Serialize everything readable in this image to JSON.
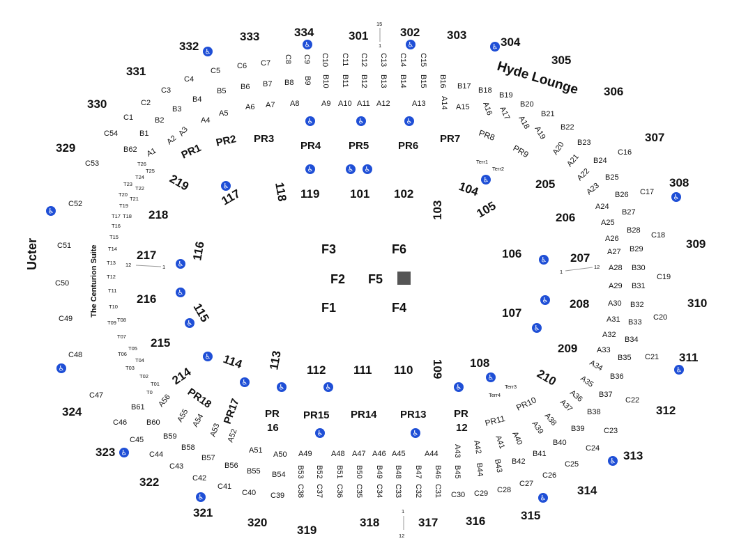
{
  "map": {
    "stage_color": "#555555",
    "accessible_color": "#1f4fd6",
    "ucter_label": "Ucter",
    "centurion_label": "The Centurion Suite",
    "hyde_label": "Hyde Lounge",
    "floor": {
      "f1": "F1",
      "f2": "F2",
      "f3": "F3",
      "f4": "F4",
      "f5": "F5",
      "f6": "F6"
    },
    "upper": {
      "s301": "301",
      "s302": "302",
      "s303": "303",
      "s304": "304",
      "s305": "305",
      "s306": "306",
      "s307": "307",
      "s308": "308",
      "s309": "309",
      "s310": "310",
      "s311": "311",
      "s312": "312",
      "s313": "313",
      "s314": "314",
      "s315": "315",
      "s316": "316",
      "s317": "317",
      "s318": "318",
      "s319": "319",
      "s320": "320",
      "s321": "321",
      "s322": "322",
      "s323": "323",
      "s324": "324",
      "s329": "329",
      "s330": "330",
      "s331": "331",
      "s332": "332",
      "s333": "333",
      "s334": "334"
    },
    "lower": {
      "s101": "101",
      "s102": "102",
      "s103": "103",
      "s104": "104",
      "s105": "105",
      "s106": "106",
      "s107": "107",
      "s108": "108",
      "s109": "109",
      "s110": "110",
      "s111": "111",
      "s112": "112",
      "s113": "113",
      "s114": "114",
      "s115": "115",
      "s116": "116",
      "s117": "117",
      "s118": "118",
      "s119": "119"
    },
    "mid": {
      "s205": "205",
      "s206": "206",
      "s207": "207",
      "s208": "208",
      "s209": "209",
      "s210": "210",
      "s214": "214",
      "s215": "215",
      "s216": "216",
      "s217": "217",
      "s218": "218",
      "s219": "219"
    },
    "boxes": {
      "pr1": "PR1",
      "pr2": "PR2",
      "pr3": "PR3",
      "pr4": "PR4",
      "pr5": "PR5",
      "pr6": "PR6",
      "pr7": "PR7",
      "pr8": "PR8",
      "pr9": "PR9",
      "pr10": "PR10",
      "pr11": "PR11",
      "pr12a": "PR",
      "pr12b": "12",
      "pr13": "PR13",
      "pr14": "PR14",
      "pr15": "PR15",
      "pr16a": "PR",
      "pr16b": "16",
      "pr17": "PR17",
      "pr18": "PR18",
      "terr1": "Terr1",
      "terr2": "Terr2",
      "terr3": "Terr3",
      "terr4": "Terr4"
    },
    "rows_c": {
      "c1": "C1",
      "c2": "C2",
      "c3": "C3",
      "c4": "C4",
      "c5": "C5",
      "c6": "C6",
      "c7": "C7",
      "c8": "C8",
      "c9": "C9",
      "c10": "C10",
      "c11": "C11",
      "c12": "C12",
      "c13": "C13",
      "c14": "C14",
      "c15": "C15",
      "c16": "C16",
      "c17": "C17",
      "c18": "C18",
      "c19": "C19",
      "c20": "C20",
      "c21": "C21",
      "c22": "C22",
      "c23": "C23",
      "c24": "C24",
      "c25": "C25",
      "c26": "C26",
      "c27": "C27",
      "c28": "C28",
      "c29": "C29",
      "c30": "C30",
      "c31": "C31",
      "c32": "C32",
      "c33": "C33",
      "c34": "C34",
      "c35": "C35",
      "c36": "C36",
      "c37": "C37",
      "c38": "C38",
      "c39": "C39",
      "c40": "C40",
      "c41": "C41",
      "c42": "C42",
      "c43": "C43",
      "c44": "C44",
      "c45": "C45",
      "c46": "C46",
      "c47": "C47",
      "c48": "C48",
      "c49": "C49",
      "c50": "C50",
      "c51": "C51",
      "c52": "C52",
      "c53": "C53",
      "c54": "C54"
    },
    "rows_b": {
      "b1": "B1",
      "b2": "B2",
      "b3": "B3",
      "b4": "B4",
      "b5": "B5",
      "b6": "B6",
      "b7": "B7",
      "b8": "B8",
      "b9": "B9",
      "b10": "B10",
      "b11": "B11",
      "b12": "B12",
      "b13": "B13",
      "b14": "B14",
      "b15": "B15",
      "b16": "B16",
      "b17": "B17",
      "b18": "B18",
      "b19": "B19",
      "b20": "B20",
      "b21": "B21",
      "b22": "B22",
      "b23": "B23",
      "b24": "B24",
      "b25": "B25",
      "b26": "B26",
      "b27": "B27",
      "b28": "B28",
      "b29": "B29",
      "b30": "B30",
      "b31": "B31",
      "b32": "B32",
      "b33": "B33",
      "b34": "B34",
      "b35": "B35",
      "b36": "B36",
      "b37": "B37",
      "b38": "B38",
      "b39": "B39",
      "b40": "B40",
      "b41": "B41",
      "b42": "B42",
      "b43": "B43",
      "b44": "B44",
      "b45": "B45",
      "b46": "B46",
      "b47": "B47",
      "b48": "B48",
      "b49": "B49",
      "b50": "B50",
      "b51": "B51",
      "b52": "B52",
      "b53": "B53",
      "b54": "B54",
      "b55": "B55",
      "b56": "B56",
      "b57": "B57",
      "b58": "B58",
      "b59": "B59",
      "b60": "B60",
      "b61": "B61",
      "b62": "B62"
    },
    "rows_a": {
      "a1": "A1",
      "a2": "A2",
      "a3": "A3",
      "a4": "A4",
      "a5": "A5",
      "a6": "A6",
      "a7": "A7",
      "a8": "A8",
      "a9": "A9",
      "a10": "A10",
      "a11": "A11",
      "a12": "A12",
      "a13": "A13",
      "a14": "A14",
      "a15": "A15",
      "a16": "A16",
      "a17": "A17",
      "a18": "A18",
      "a19": "A19",
      "a20": "A20",
      "a21": "A21",
      "a22": "A22",
      "a23": "A23",
      "a24": "A24",
      "a25": "A25",
      "a26": "A26",
      "a27": "A27",
      "a28": "A28",
      "a29": "A29",
      "a30": "A30",
      "a31": "A31",
      "a32": "A32",
      "a33": "A33",
      "a34": "A34",
      "a35": "A35",
      "a36": "A36",
      "a37": "A37",
      "a38": "A38",
      "a39": "A39",
      "a40": "A40",
      "a41": "A41",
      "a42": "A42",
      "a43": "A43",
      "a44": "A44",
      "a45": "A45",
      "a46": "A46",
      "a47": "A47",
      "a48": "A48",
      "a49": "A49",
      "a50": "A50",
      "a51": "A51",
      "a52": "A52",
      "a53": "A53",
      "a54": "A54",
      "a55": "A55",
      "a56": "A56"
    },
    "rows_t": {
      "t0": "T0",
      "t01": "T01",
      "t02": "T02",
      "t03": "T03",
      "t04": "T04",
      "t05": "T05",
      "t06": "T06",
      "t07": "T07",
      "t08": "T08",
      "t09": "T09",
      "t10": "T10",
      "t11": "T11",
      "t12": "T12",
      "t13": "T13",
      "t14": "T14",
      "t15": "T15",
      "t16": "T16",
      "t17": "T17",
      "t18": "T18",
      "t19": "T19",
      "t20": "T20",
      "t21": "T21",
      "t22": "T22",
      "t23": "T23",
      "t24": "T24",
      "t25": "T25",
      "t26": "T26"
    },
    "markers": {
      "n1": "1",
      "n12": "12",
      "n15": "15"
    },
    "accessible_symbol": "♿"
  }
}
